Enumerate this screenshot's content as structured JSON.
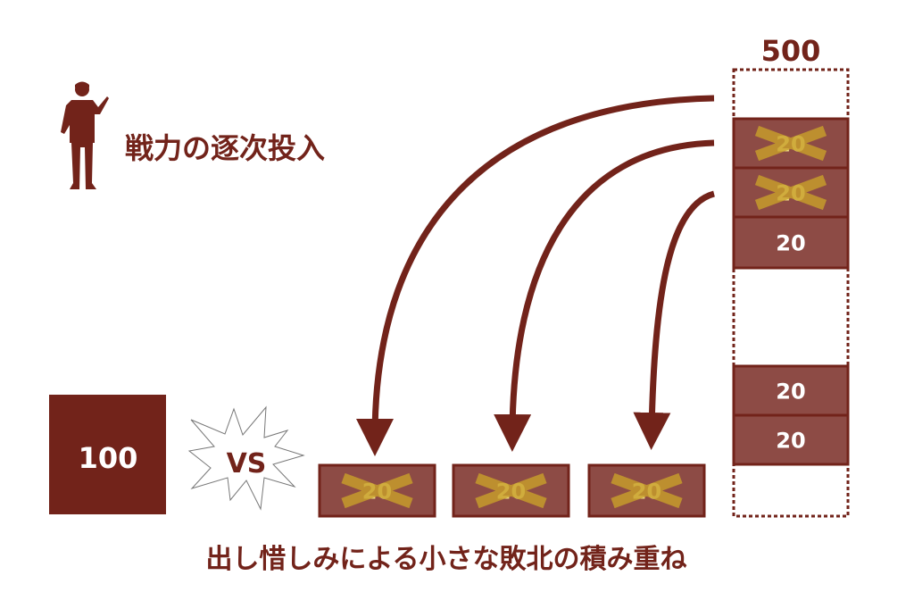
{
  "title": "戦力の逐次投入",
  "caption": "出し惜しみによる小さな敗北の積み重ね",
  "enemy_force": "100",
  "vs_label": "VS",
  "total_force": "500",
  "reserve_blocks": [
    {
      "value": "20",
      "defeated": true
    },
    {
      "value": "20",
      "defeated": true
    },
    {
      "value": "20",
      "defeated": false
    },
    {
      "value": "20",
      "defeated": false
    },
    {
      "value": "20",
      "defeated": false
    }
  ],
  "deployed_blocks": [
    {
      "value": "20",
      "defeated": true
    },
    {
      "value": "20",
      "defeated": true
    },
    {
      "value": "20",
      "defeated": true
    }
  ],
  "colors": {
    "dark": "#72231a",
    "block": "#8d4b45",
    "cross": "#c9a02a"
  }
}
